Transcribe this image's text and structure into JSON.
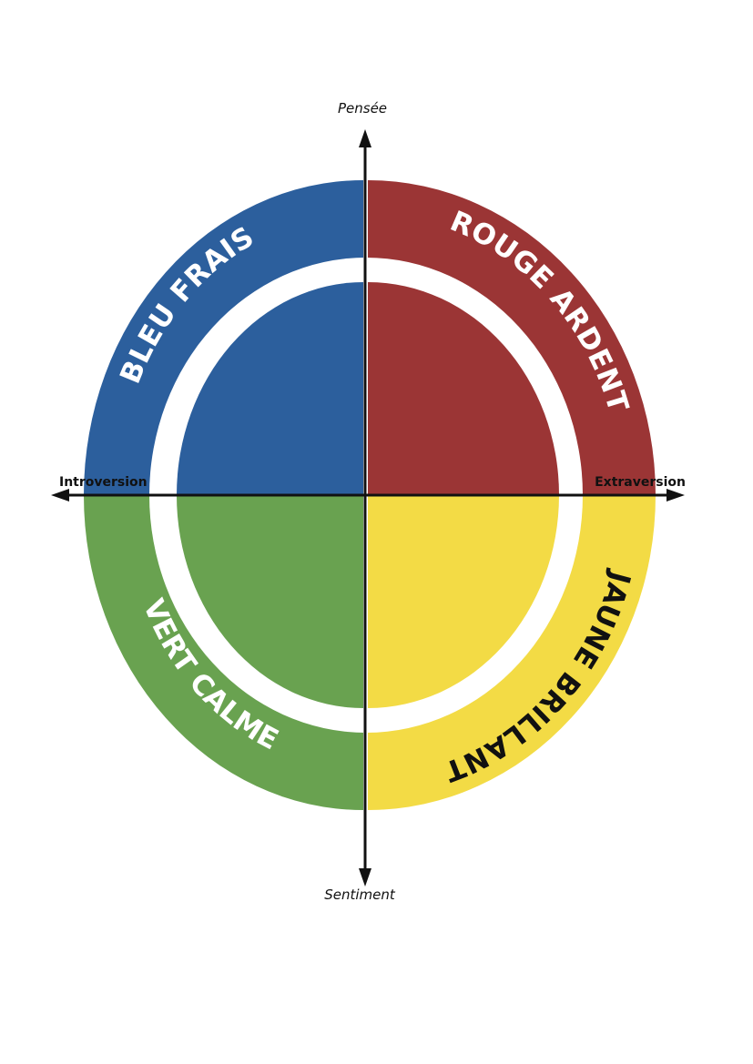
{
  "axes": {
    "top": "Pensée",
    "bottom": "Sentiment",
    "left": "Introversion",
    "right": "Extraversion"
  },
  "quadrants": [
    {
      "id": "blue",
      "label": "BLEU FRAIS",
      "color": "#2c5f9d",
      "text_color": "#ffffff"
    },
    {
      "id": "red",
      "label": "ROUGE ARDENT",
      "color": "#9b3535",
      "text_color": "#ffffff"
    },
    {
      "id": "green",
      "label": "VERT CALME",
      "color": "#69a250",
      "text_color": "#ffffff"
    },
    {
      "id": "yellow",
      "label": "JAUNE BRILLANT",
      "color": "#f3db45",
      "text_color": "#111111"
    }
  ],
  "colors": {
    "axis": "#111111",
    "background": "#ffffff"
  }
}
